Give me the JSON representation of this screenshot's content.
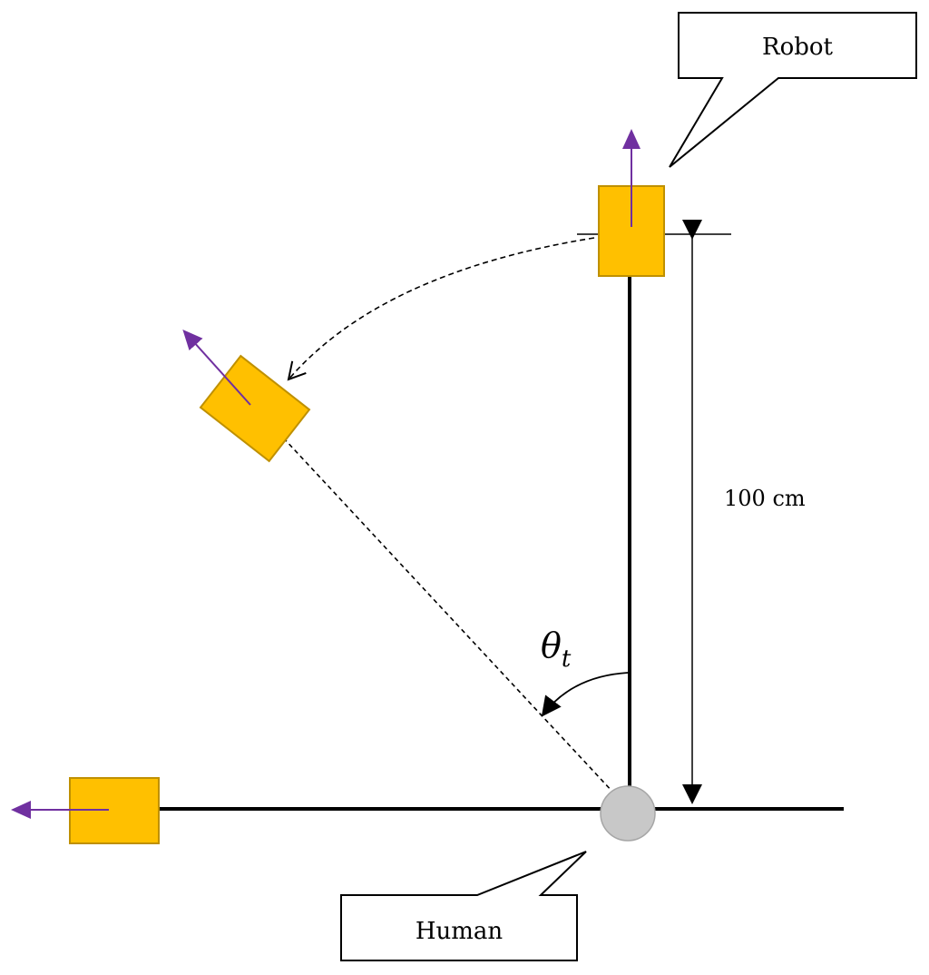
{
  "diagram": {
    "callouts": {
      "robot_label": "Robot",
      "human_label": "Human"
    },
    "dimension": {
      "distance_label": "100 cm"
    },
    "angle": {
      "symbol": "θ",
      "subscript": "t"
    },
    "colors": {
      "robot_fill": "#FFC000",
      "robot_stroke": "#BF9000",
      "heading_arrow": "#7030A0",
      "human_fill": "#C8C8C8",
      "human_stroke": "#A6A6A6",
      "line": "#000000"
    }
  }
}
